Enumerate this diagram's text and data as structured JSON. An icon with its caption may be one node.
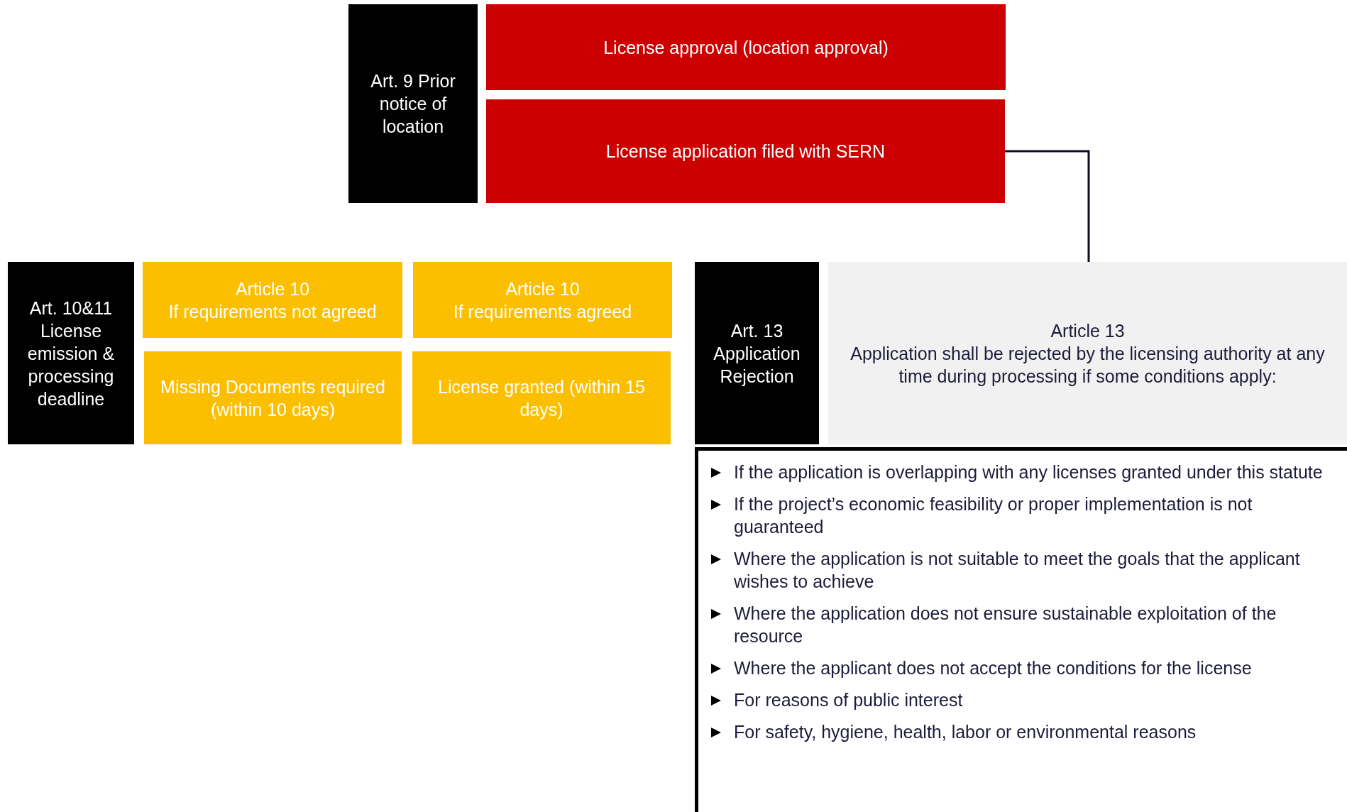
{
  "diagram": {
    "nodes": [
      {
        "text": [
          "Art. 9 Prior notice of location"
        ]
      },
      {
        "text": [
          "License approval (location approval)"
        ]
      },
      {
        "text": [
          "License application filed with SERN"
        ]
      },
      {
        "text": [
          "Art. 10&11 License emission & processing deadline"
        ]
      },
      {
        "text": [
          "Article 10",
          "If requirements not agreed"
        ]
      },
      {
        "text": [
          "Article 10",
          "If requirements agreed"
        ]
      },
      {
        "text": [
          "Missing Documents required (within 10 days)"
        ]
      },
      {
        "text": [
          "License granted (within 15 days)"
        ]
      },
      {
        "text": [
          "Art. 13 Application Rejection"
        ]
      },
      {
        "text": [
          "Article 13",
          "Application shall be rejected by the licensing authority at any time during processing if some conditions apply:"
        ]
      },
      {
        "text": [
          "If the application is overlapping with any licenses granted under this statute",
          "If the project’s economic feasibility or proper implementation is not guaranteed",
          "Where the application is not suitable to meet the goals that the applicant wishes to achieve",
          "Where the application does not ensure sustainable exploitation of the resource",
          "Where the applicant does not accept the conditions for the license",
          "For reasons of public interest",
          "For safety, hygiene, health, labor or environmental reasons"
        ]
      }
    ],
    "edges": [
      {
        "from": 2,
        "to": 9,
        "arrow": "none"
      }
    ]
  }
}
